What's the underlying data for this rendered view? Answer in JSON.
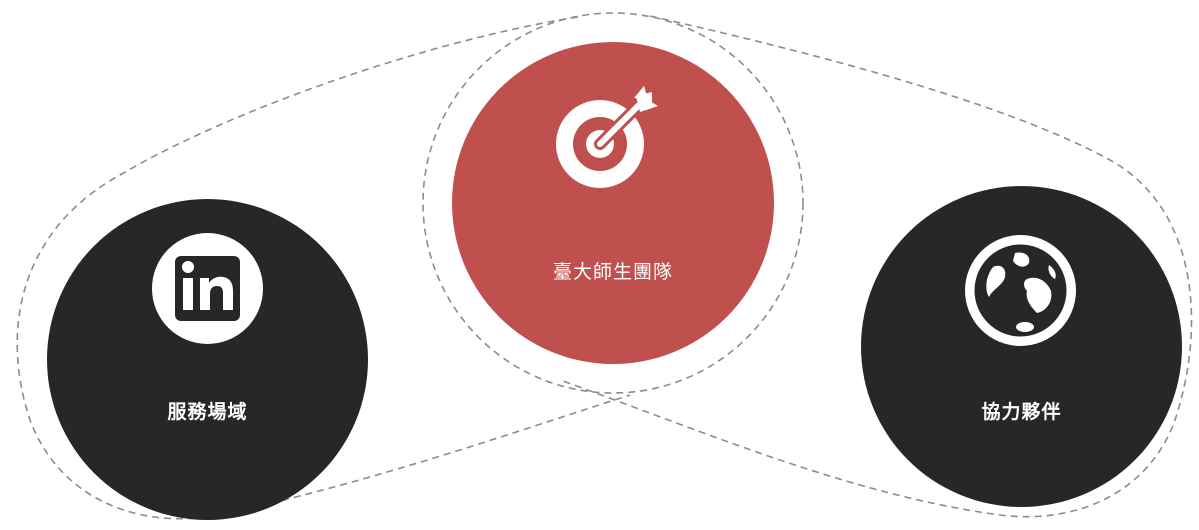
{
  "diagram": {
    "nodes": [
      {
        "id": "left",
        "label": "服務場域",
        "icon": "linkedin-icon",
        "color": "#272727"
      },
      {
        "id": "center",
        "label": "臺大師生團隊",
        "icon": "target-icon",
        "color": "#c0504d"
      },
      {
        "id": "right",
        "label": "協力夥伴",
        "icon": "globe-icon",
        "color": "#272727"
      }
    ],
    "connector_style": "dashed",
    "connector_color": "#8c8c8c"
  }
}
